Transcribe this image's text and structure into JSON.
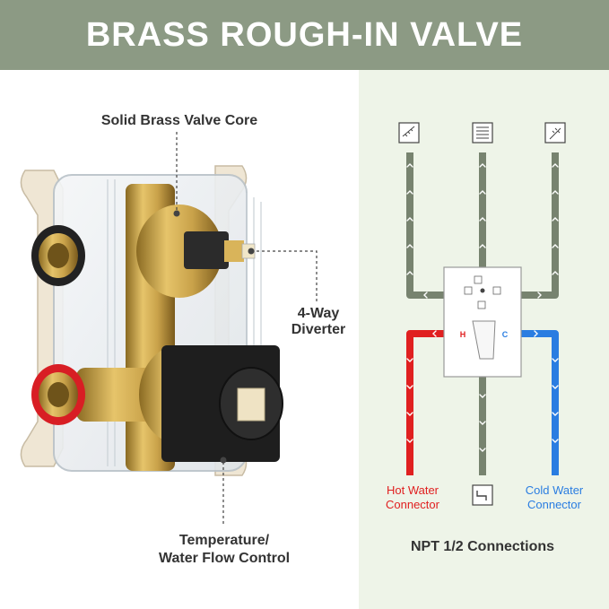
{
  "banner": {
    "title": "BRASS ROUGH-IN VALVE"
  },
  "labels": {
    "valve_core": "Solid Brass Valve Core",
    "diverter_line1": "4-Way",
    "diverter_line2": "Diverter",
    "temp_line1": "Temperature/",
    "temp_line2": "Water Flow Control"
  },
  "diagram": {
    "hot_line1": "Hot Water",
    "hot_line2": "Connector",
    "cold_line1": "Cold Water",
    "cold_line2": "Connector",
    "hot_mark": "H",
    "cold_mark": "C",
    "npt": "NPT 1/2 Connections",
    "outlets": [
      "rain-shower-icon",
      "ceiling-shower-icon",
      "handheld-shower-icon",
      "tub-spout-icon"
    ]
  },
  "colors": {
    "banner": "#8c9a84",
    "panel": "#eef4e8",
    "pipe": "#77836f",
    "hot": "#e02020",
    "cold": "#2a7de1",
    "brass": "#c9a24a"
  }
}
